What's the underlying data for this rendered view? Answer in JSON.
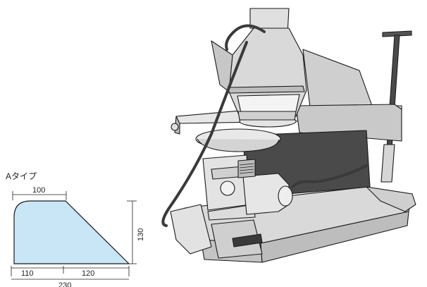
{
  "profile": {
    "type_label": "Aタイプ",
    "dim_top": "100",
    "dim_height": "130",
    "dim_left": "110",
    "dim_right": "120",
    "dim_total": "230",
    "fill_color": "#c9e6f7"
  },
  "machine": {
    "body_color": "#d6d6d6",
    "dark_panel_color": "#4a4a4a",
    "outline_color": "#1a1a1a"
  }
}
